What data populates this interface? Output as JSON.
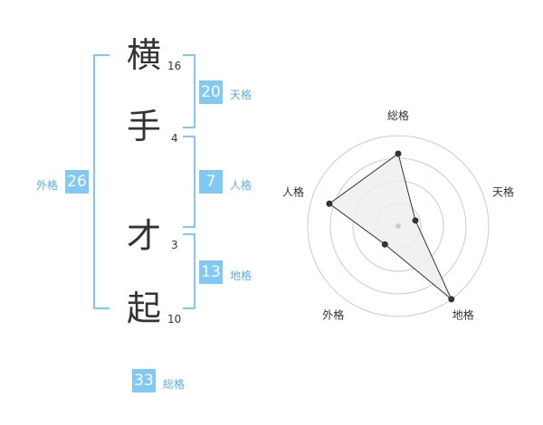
{
  "name": [
    {
      "char": "横",
      "strokes": "16"
    },
    {
      "char": "手",
      "strokes": "4"
    },
    {
      "char": "才",
      "strokes": "3"
    },
    {
      "char": "起",
      "strokes": "10"
    }
  ],
  "kaku": {
    "ten": {
      "value": "20",
      "label": "天格"
    },
    "jin": {
      "value": "7",
      "label": "人格"
    },
    "chi": {
      "value": "13",
      "label": "地格"
    },
    "gai": {
      "value": "26",
      "label": "外格"
    },
    "sou": {
      "value": "33",
      "label": "総格"
    }
  },
  "radar": {
    "axes": [
      "総格",
      "天格",
      "地格",
      "外格",
      "人格"
    ],
    "values": [
      0.8,
      0.2,
      1.0,
      0.25,
      0.8
    ],
    "ring_count": 4,
    "color_line": "#333333",
    "color_fill": "#eeeeee",
    "color_ring": "#cccccc"
  },
  "colors": {
    "accent": "#82c8f5",
    "label": "#5ab0e6",
    "text": "#333333"
  }
}
